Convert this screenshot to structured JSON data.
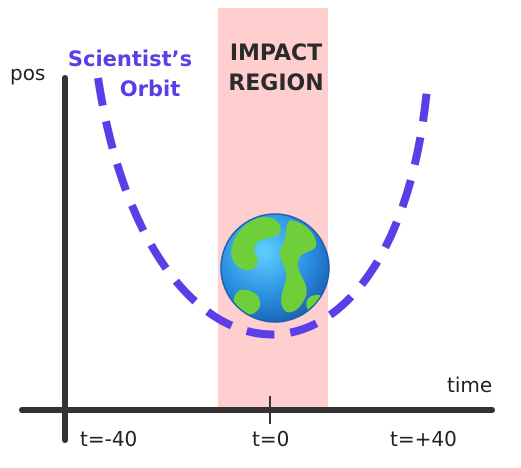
{
  "axes": {
    "y_label": "pos",
    "x_label": "time",
    "ticks": [
      "t=-40",
      "t=0",
      "t=+40"
    ]
  },
  "impact_region": {
    "line1": "IMPACT",
    "line2": "REGION",
    "color": "#ffcfcf"
  },
  "orbit": {
    "line1": "Scientist’s",
    "line2": "Orbit",
    "color": "#5b3ee6"
  },
  "colors": {
    "axis": "#333333",
    "ocean": "#2a8fe0",
    "land": "#6fcf3a"
  },
  "icons": {
    "earth": "earth-globe-icon"
  }
}
